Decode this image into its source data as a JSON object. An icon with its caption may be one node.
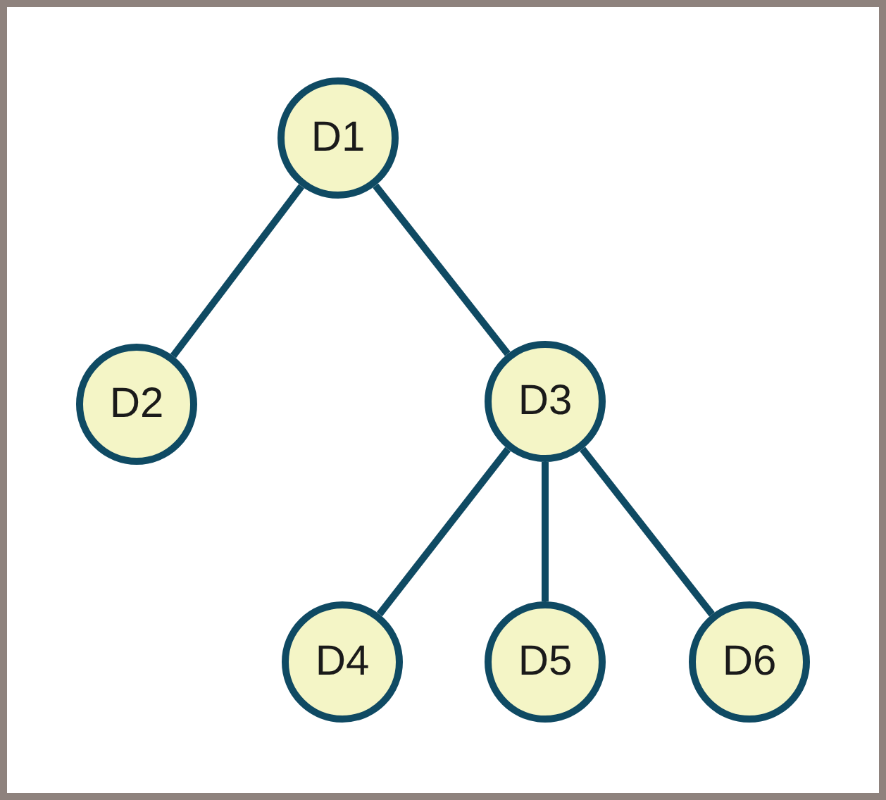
{
  "diagram": {
    "nodes": [
      {
        "text": [
          "D1"
        ]
      },
      {
        "text": [
          "D2"
        ]
      },
      {
        "text": [
          "D3"
        ]
      },
      {
        "text": [
          "D4"
        ]
      },
      {
        "text": [
          "D5"
        ]
      },
      {
        "text": [
          "D6"
        ]
      }
    ],
    "edges": [
      {
        "from": 0,
        "to": 1,
        "arrow": "none"
      },
      {
        "from": 0,
        "to": 2,
        "arrow": "none"
      },
      {
        "from": 2,
        "to": 3,
        "arrow": "none"
      },
      {
        "from": 2,
        "to": 4,
        "arrow": "none"
      },
      {
        "from": 2,
        "to": 5,
        "arrow": "none"
      }
    ]
  }
}
